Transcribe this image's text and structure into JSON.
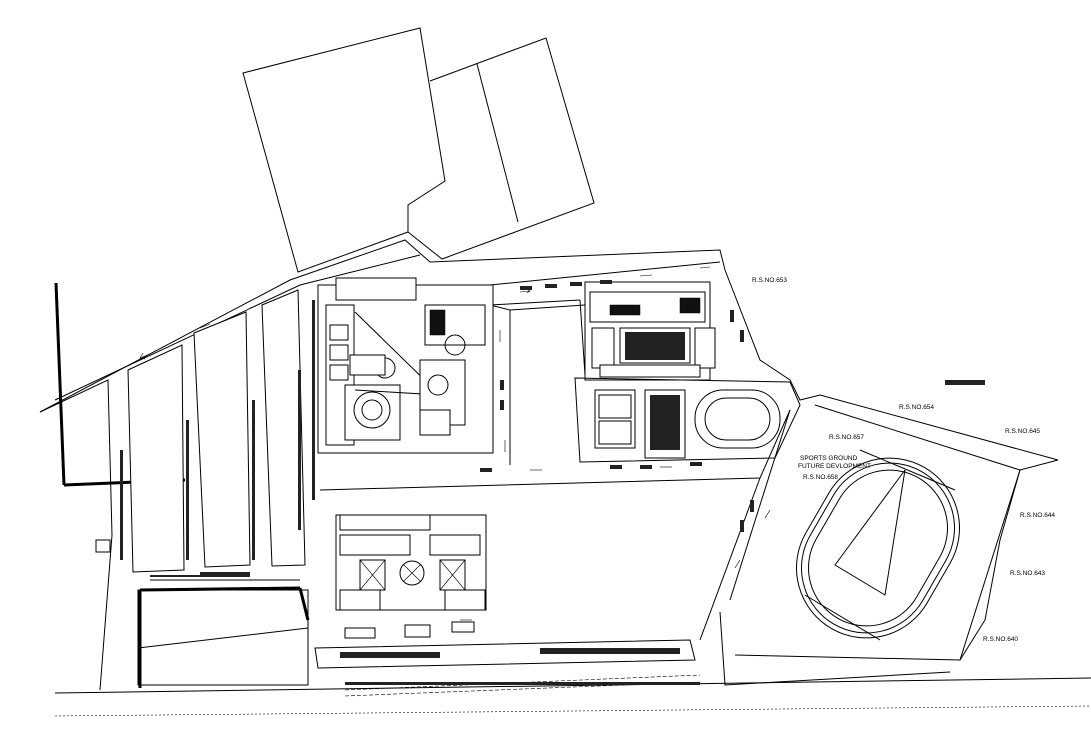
{
  "survey_labels": {
    "rs_653": "R.S.NO.653",
    "rs_654": "R.S.NO.654",
    "rs_657": "R.S.NO.657",
    "rs_658": "R.S.NO.658",
    "rs_645": "R.S.NO.645",
    "rs_644": "R.S.NO.644",
    "rs_643": "R.S.NO.643",
    "rs_640": "R.S.NO.640"
  },
  "sports_note": {
    "line1": "SPORTS GROUND",
    "line2": "FUTURE DEVLOPMENT"
  }
}
